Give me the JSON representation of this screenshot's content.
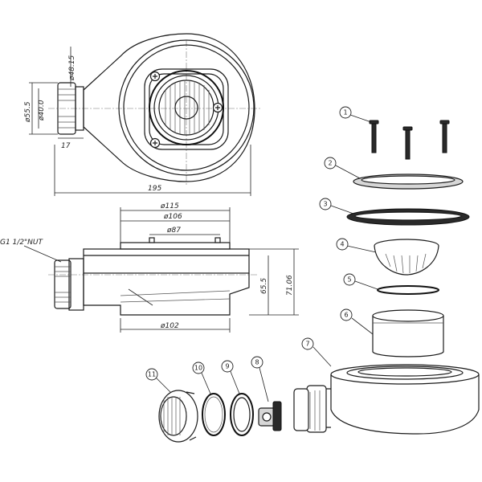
{
  "top_view": {
    "dim_diameter_48_15": "ø48.15",
    "dim_diameter_55_5": "ø55.5",
    "dim_diameter_40": "ø40.0",
    "dim_length_17": "17",
    "dim_length_195": "195"
  },
  "side_view": {
    "dim_diameter_115": "ø115",
    "dim_diameter_106": "ø106",
    "dim_diameter_87": "ø87",
    "dim_diameter_102": "ø102",
    "dim_height_65_5": "65.5",
    "dim_height_71_06": "71.06",
    "nut_label": "G1 1/2\"NUT"
  },
  "parts": [
    "1",
    "2",
    "3",
    "4",
    "5",
    "6",
    "7",
    "8",
    "9",
    "10",
    "11"
  ]
}
